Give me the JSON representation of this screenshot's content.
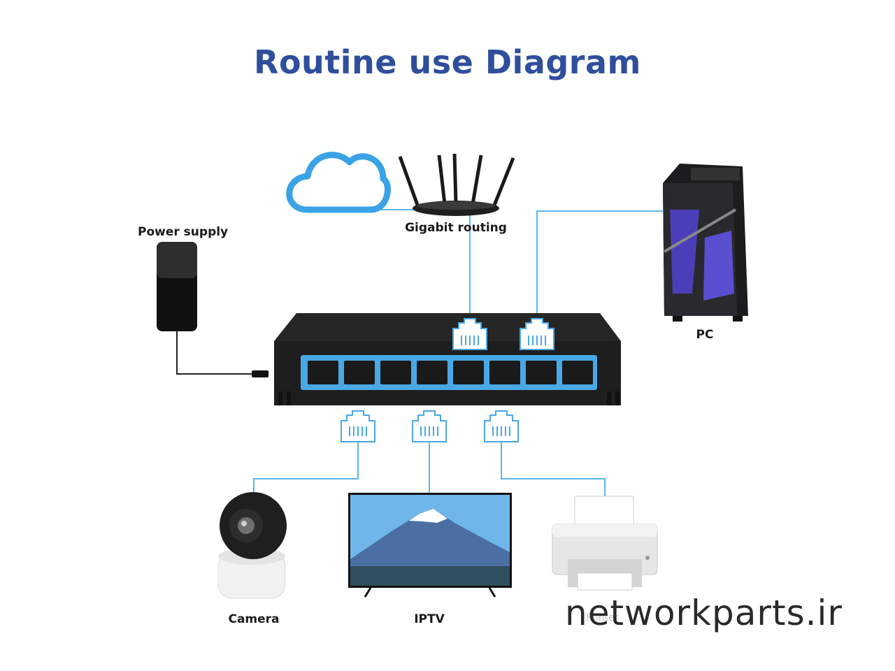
{
  "title": "Routine use Diagram",
  "nodes": {
    "power_supply": "Power supply",
    "gigabit_routing": "Gigabit routing",
    "pc": "PC",
    "camera": "Camera",
    "iptv": "IPTV",
    "printer": "Printer"
  },
  "watermark": "networkparts.ir",
  "colors": {
    "title": "#2f4f9c",
    "line": "#5bb8e8",
    "cloud": "#3aa3e6",
    "switch_body": "#1e1e1e",
    "port_panel": "#4aa8e6"
  }
}
